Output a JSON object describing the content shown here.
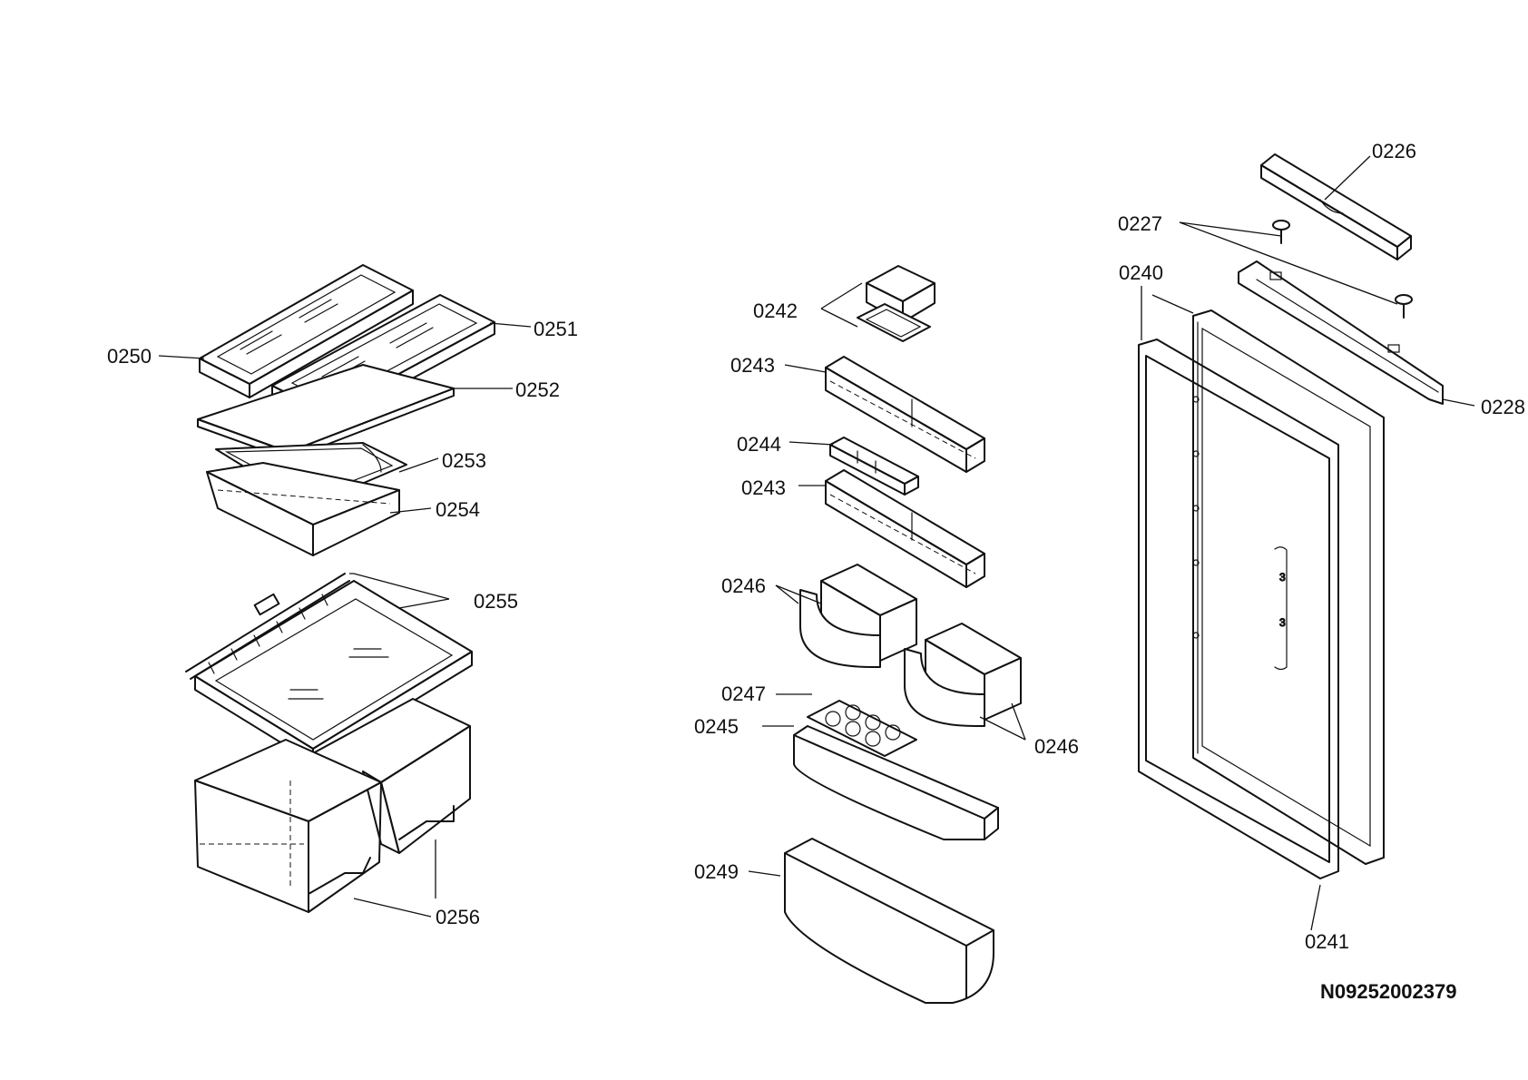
{
  "drawing_code": "N09252002379",
  "callouts": {
    "c0226": "0226",
    "c0227": "0227",
    "c0228": "0228",
    "c0240": "0240",
    "c0241": "0241",
    "c0242": "0242",
    "c0243a": "0243",
    "c0243b": "0243",
    "c0244": "0244",
    "c0245": "0245",
    "c0246a": "0246",
    "c0246b": "0246",
    "c0247": "0247",
    "c0249": "0249",
    "c0250": "0250",
    "c0251": "0251",
    "c0252": "0252",
    "c0253": "0253",
    "c0254": "0254",
    "c0255": "0255",
    "c0256": "0256"
  }
}
